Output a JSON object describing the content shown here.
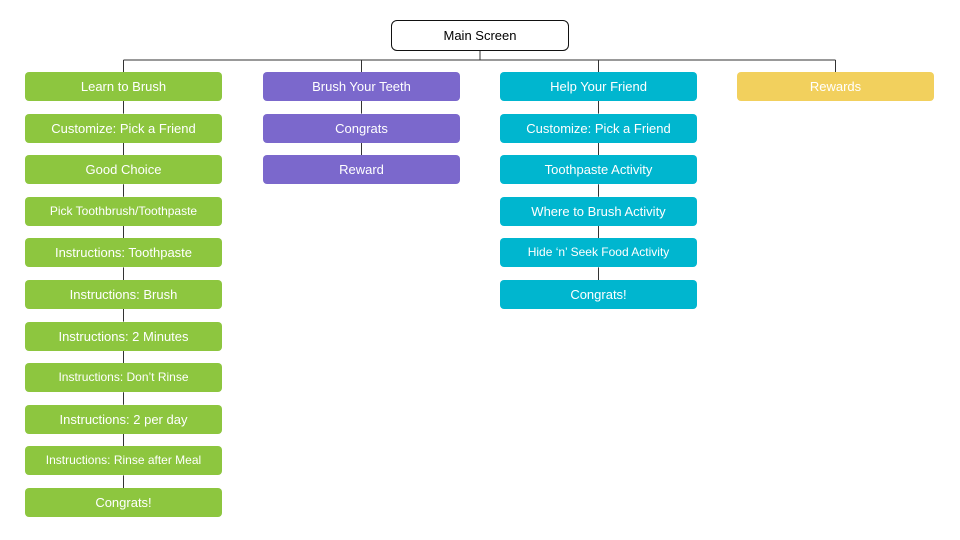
{
  "root": {
    "label": "Main Screen"
  },
  "colors": {
    "green": "#8dc63f",
    "purple": "#7b68cc",
    "teal": "#00b6cf",
    "yellow": "#f2d05d",
    "line": "#333333"
  },
  "branches": [
    {
      "color": "#8dc63f",
      "items": [
        "Learn to Brush",
        "Customize: Pick a Friend",
        "Good Choice",
        "Pick Toothbrush/Toothpaste",
        "Instructions: Toothpaste",
        "Instructions: Brush",
        "Instructions: 2 Minutes",
        "Instructions: Don’t Rinse",
        "Instructions: 2 per day",
        "Instructions: Rinse after Meal",
        "Congrats!"
      ]
    },
    {
      "color": "#7b68cc",
      "items": [
        "Brush Your Teeth",
        "Congrats",
        "Reward"
      ]
    },
    {
      "color": "#00b6cf",
      "items": [
        "Help Your Friend",
        "Customize: Pick a Friend",
        "Toothpaste Activity",
        "Where to Brush Activity",
        "Hide ‘n’ Seek Food Activity",
        "Congrats!"
      ]
    },
    {
      "color": "#f2d05d",
      "items": [
        "Rewards"
      ]
    }
  ]
}
